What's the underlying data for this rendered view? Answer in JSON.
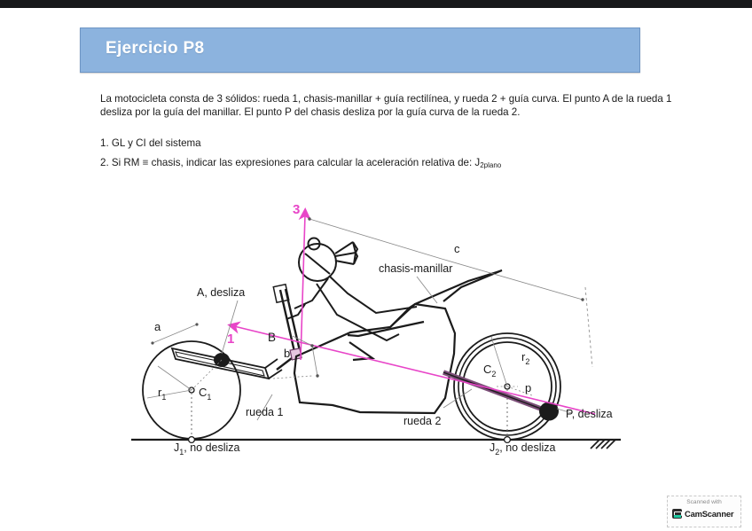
{
  "document": {
    "title_banner": "Ejercicio P8",
    "paragraph": "La motocicleta consta de 3 sólidos: rueda 1, chasis-manillar + guía rectilínea, y rueda 2 + guía curva. El punto A de la rueda 1 desliza por la guía del manillar. El punto P del chasis desliza por la guía curva de la rueda 2.",
    "item1": "1. GL y CI del sistema",
    "item2_prefix": "2. Si RM ≡ chasis, indicar las expresiones para calcular la aceleración relativa de: J",
    "item2_sub": "2plano"
  },
  "colors": {
    "banner_blue": "#8cb3de",
    "banner_border": "#6e95c4",
    "banner_text": "#ffffff",
    "magenta": "#e845c8",
    "ink": "#1b1b1b",
    "thin_gray": "#8a8a8a",
    "top_bar": "#17181a"
  },
  "figure": {
    "labels": {
      "axis3": "3",
      "axis1": "1",
      "point_a": "A, desliza",
      "point_b": "B",
      "dim_a": "a",
      "dim_b": "b",
      "dim_c": "c",
      "dim_p": "p",
      "radius1": "r",
      "radius1_sub": "1",
      "radius2": "r",
      "radius2_sub": "2",
      "center1": "C",
      "center1_sub": "1",
      "center2": "C",
      "center2_sub": "2",
      "wheel1": "rueda 1",
      "wheel2": "rueda 2",
      "chassis": "chasis-manillar",
      "contact1": "J",
      "contact1_sub": "1",
      "contact1_rest": ", no desliza",
      "contact2": "J",
      "contact2_sub": "2",
      "contact2_rest": ", no desliza",
      "point_p": "P, desliza"
    }
  },
  "watermark": {
    "line1": "Scanned with",
    "line2": "CamScanner"
  }
}
